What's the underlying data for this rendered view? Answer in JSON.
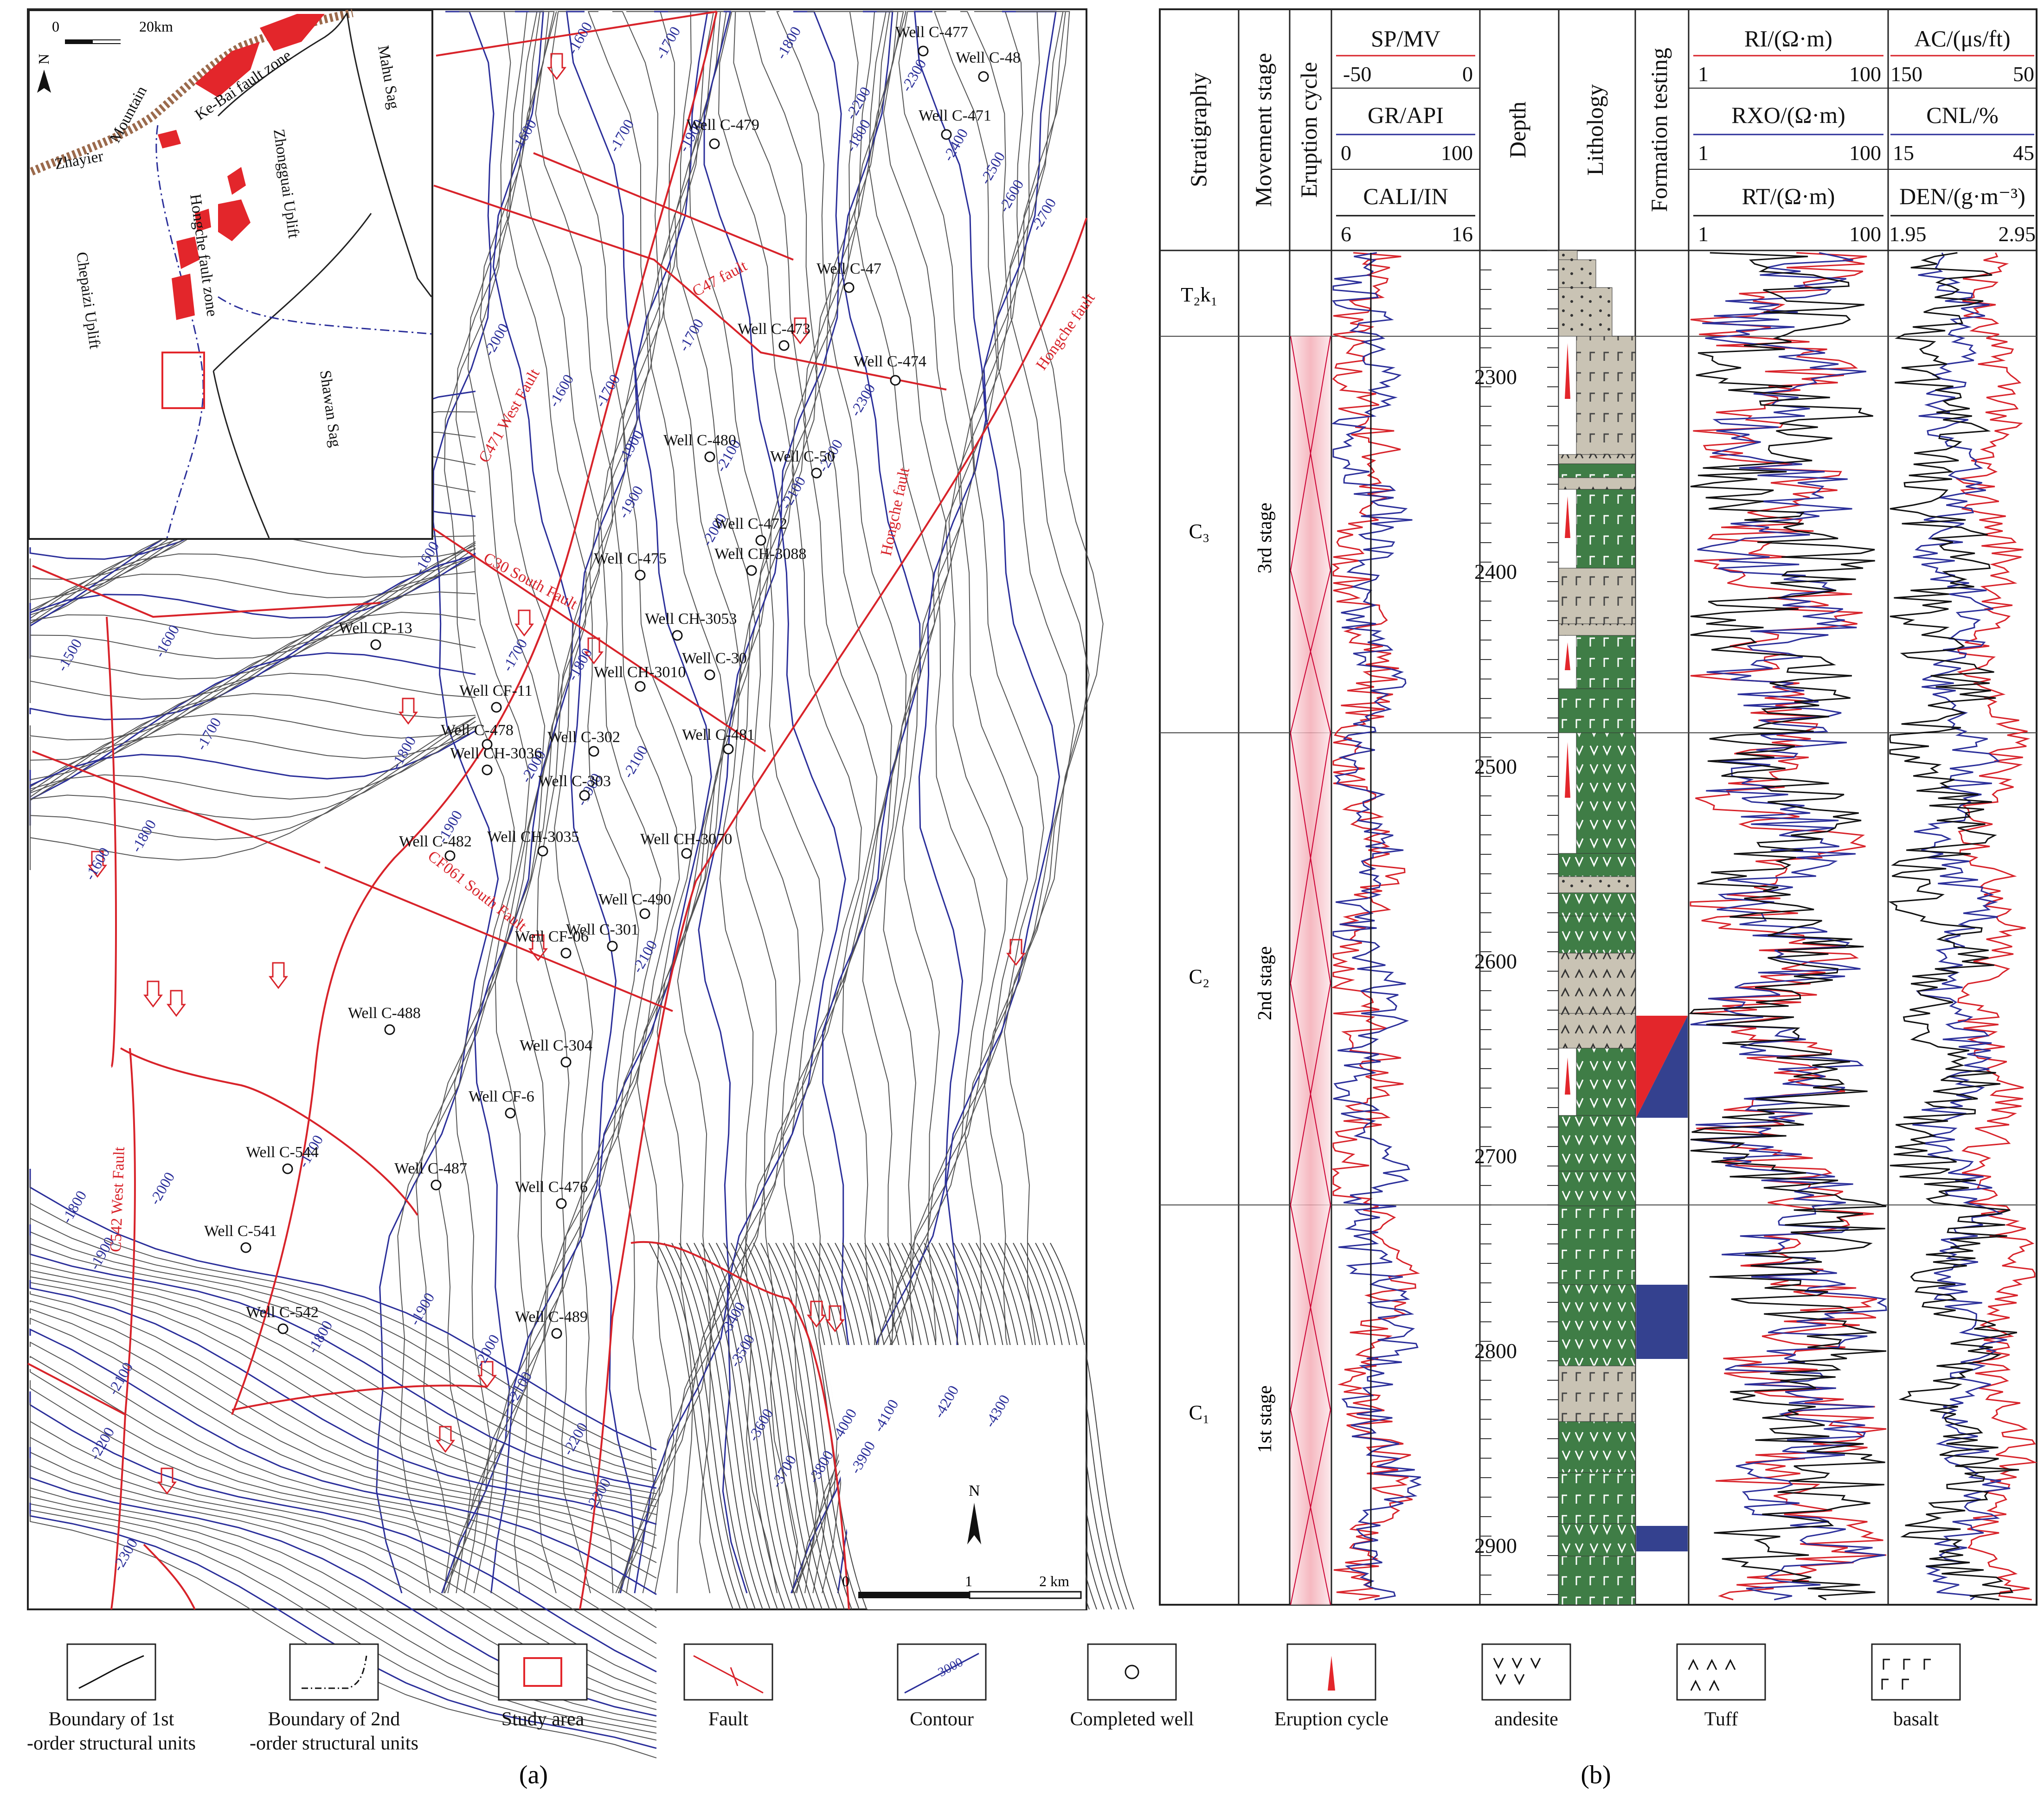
{
  "panel_a": {
    "caption": "(a)",
    "inset": {
      "scale_ticks": [
        "0",
        "20km"
      ],
      "north": "N",
      "units": [
        "Mountain",
        "Zhayier",
        "Ke-Bai fault zone",
        "Mahu Sag",
        "Zhongguai Uplift",
        "Hongche fault zone",
        "Chepaizi Uplift",
        "Shawan Sag"
      ]
    },
    "wells": [
      "Well C-477",
      "Well C-48",
      "Well C-479",
      "Well C-471",
      "Well C-47",
      "Well C-473",
      "Well C-474",
      "Well C-480",
      "Well C-50",
      "Well C-472",
      "Well C-475",
      "Well CH-3088",
      "Well CH-3053",
      "Well CP-13",
      "Well C-30",
      "Well CH-3010",
      "Well CF-11",
      "Well C-478",
      "Well C-302",
      "Well CH-3036",
      "Well C-481",
      "Well C-303",
      "Well CH-3035",
      "Well C-482",
      "Well CH-3070",
      "Well C-490",
      "Well CF-06",
      "Well C-301",
      "Well C-488",
      "Well C-304",
      "Well CF-6",
      "Well C-544",
      "Well C-487",
      "Well C-476",
      "Well C-541",
      "Well C-542",
      "Well C-489"
    ],
    "contours": [
      "-1600",
      "-1700",
      "-1800",
      "-1600",
      "-1700",
      "-1900",
      "-1800",
      "-2000",
      "-1600",
      "-1700",
      "-1900",
      "-2100",
      "-2200",
      "-2300",
      "-2400",
      "-2500",
      "-2600",
      "-2700",
      "-1700",
      "-1900",
      "-2000",
      "-2100",
      "-2200",
      "-2300",
      "-1600",
      "-1500",
      "-1600",
      "-1700",
      "-1800",
      "-1800",
      "-1900",
      "-2000",
      "-2100",
      "-1600",
      "-1700",
      "-1800",
      "-1900",
      "-2100",
      "-1700",
      "-1800",
      "-1900",
      "-2000",
      "-2100",
      "-2200",
      "-2300",
      "-1800",
      "-1900",
      "-2000",
      "-2100",
      "-2200",
      "-2300",
      "-3400",
      "-3500",
      "-3600",
      "-3700",
      "-3800",
      "-3900",
      "-4000",
      "-4100",
      "-4200",
      "-4300"
    ],
    "faults": [
      "C47 fault",
      "Hongche fault",
      "C471 West Fault",
      "C30 South Fault",
      "CF061 South Fault",
      "Hongche fault",
      "C542 West Fault"
    ],
    "scale_ticks": [
      "0",
      "1",
      "2 km"
    ],
    "north": "N"
  },
  "panel_b": {
    "caption": "(b)",
    "columns": {
      "stratigraphy": "Stratigraphy",
      "movement": "Movement stage",
      "eruption": "Eruption cycle",
      "depth": "Depth",
      "lithology": "Lithology",
      "testing": "Formation testing"
    },
    "log_headers": {
      "sp": {
        "name": "SP/MV",
        "min": "-50",
        "max": "0",
        "color": "#d8232a"
      },
      "gr": {
        "name": "GR/API",
        "min": "0",
        "max": "100",
        "color": "#2b2f9a"
      },
      "cali": {
        "name": "CALI/IN",
        "min": "6",
        "max": "16",
        "color": "#111111"
      },
      "ri": {
        "name": "RI/(Ω·m)",
        "min": "1",
        "max": "100",
        "color": "#d8232a"
      },
      "rxo": {
        "name": "RXO/(Ω·m)",
        "min": "1",
        "max": "100",
        "color": "#2b2f9a"
      },
      "rt": {
        "name": "RT/(Ω·m)",
        "min": "1",
        "max": "100",
        "color": "#111111"
      },
      "ac": {
        "name": "AC/(μs/ft)",
        "min": "150",
        "max": "50",
        "color": "#d8232a"
      },
      "cnl": {
        "name": "CNL/%",
        "min": "15",
        "max": "45",
        "color": "#2b2f9a"
      },
      "den": {
        "name": "DEN/(g·m⁻³)",
        "min": "1.95",
        "max": "2.95",
        "color": "#111111"
      }
    },
    "strata": [
      "T₂k₁",
      "C₃",
      "C₂",
      "C₁"
    ],
    "stages": [
      "3rd stage",
      "2nd stage",
      "1st stage"
    ],
    "depths": [
      "2300",
      "2400",
      "2500",
      "2600",
      "2700",
      "2800",
      "2900"
    ]
  },
  "legend": [
    {
      "label": "Boundary of 1st -order structural units",
      "icon": "solid-line"
    },
    {
      "label": "Boundary of 2nd -order structural units",
      "icon": "dash-dot-line"
    },
    {
      "label": "Study area",
      "icon": "red-square"
    },
    {
      "label": "Fault",
      "icon": "fault-symbol"
    },
    {
      "label": "Contour",
      "icon": "contour-line",
      "value": "-3000"
    },
    {
      "label": "Completed well",
      "icon": "circle"
    },
    {
      "label": "Eruption cycle",
      "icon": "red-triangle"
    },
    {
      "label": "andesite",
      "icon": "v-pattern"
    },
    {
      "label": "Tuff",
      "icon": "caret-pattern"
    },
    {
      "label": "basalt",
      "icon": "gamma-pattern"
    }
  ],
  "colors": {
    "fault": "#d8232a",
    "contour_label": "#2b2f9a",
    "basalt_fill": "#3f7d46",
    "tuff_fill": "#c9c3b4",
    "test_red": "#e3262b",
    "test_blue": "#34418f"
  }
}
